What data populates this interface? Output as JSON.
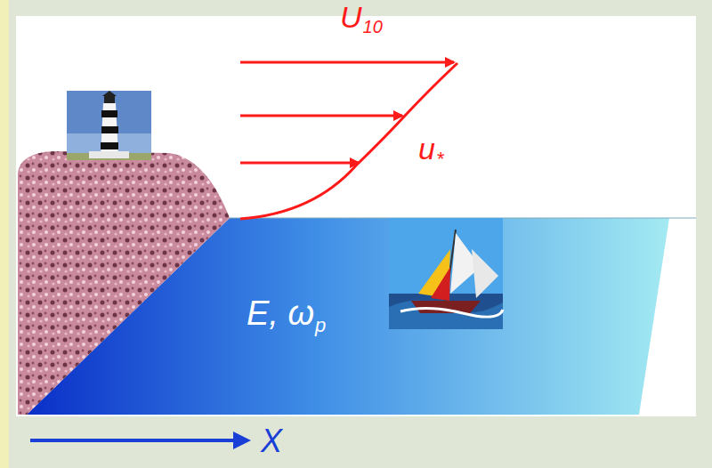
{
  "diagram": {
    "labels": [
      "U",
      "10",
      "u",
      "*",
      "E, ω",
      "p",
      "X"
    ]
  }
}
